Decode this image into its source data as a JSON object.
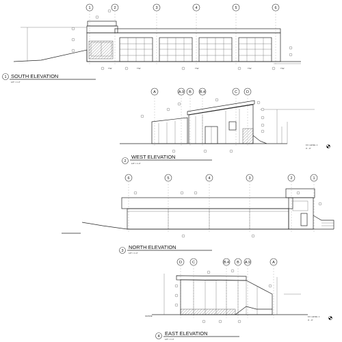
{
  "views": {
    "south": {
      "number": "1",
      "title": "SOUTH ELEVATION",
      "scale": "1/8\" = 1'-0\"",
      "grid_labels": [
        "1",
        "2",
        "3",
        "4",
        "5",
        "6"
      ],
      "level_mark": "T/W"
    },
    "west": {
      "number": "2",
      "title": "WEST ELEVATION",
      "scale": "1/8\" = 1'-0\"",
      "grid_labels": [
        "A",
        "A.9",
        "B",
        "B.4",
        "C",
        "D"
      ],
      "level_label": "F.F. LEVEL 1",
      "level_value": "0' - 0\""
    },
    "north": {
      "number": "3",
      "title": "NORTH ELEVATION",
      "scale": "1/8\" = 1'-0\"",
      "grid_labels": [
        "6",
        "5",
        "4",
        "3",
        "2",
        "1"
      ]
    },
    "east": {
      "number": "4",
      "title": "EAST ELEVATION",
      "scale": "1/8\" = 1'-0\"",
      "grid_labels": [
        "D",
        "C",
        "B.4",
        "B",
        "A.9",
        "A"
      ],
      "grade_label": "GRADE",
      "level_label": "F.F. LEVEL 1",
      "level_value": "0' - 0\""
    }
  }
}
